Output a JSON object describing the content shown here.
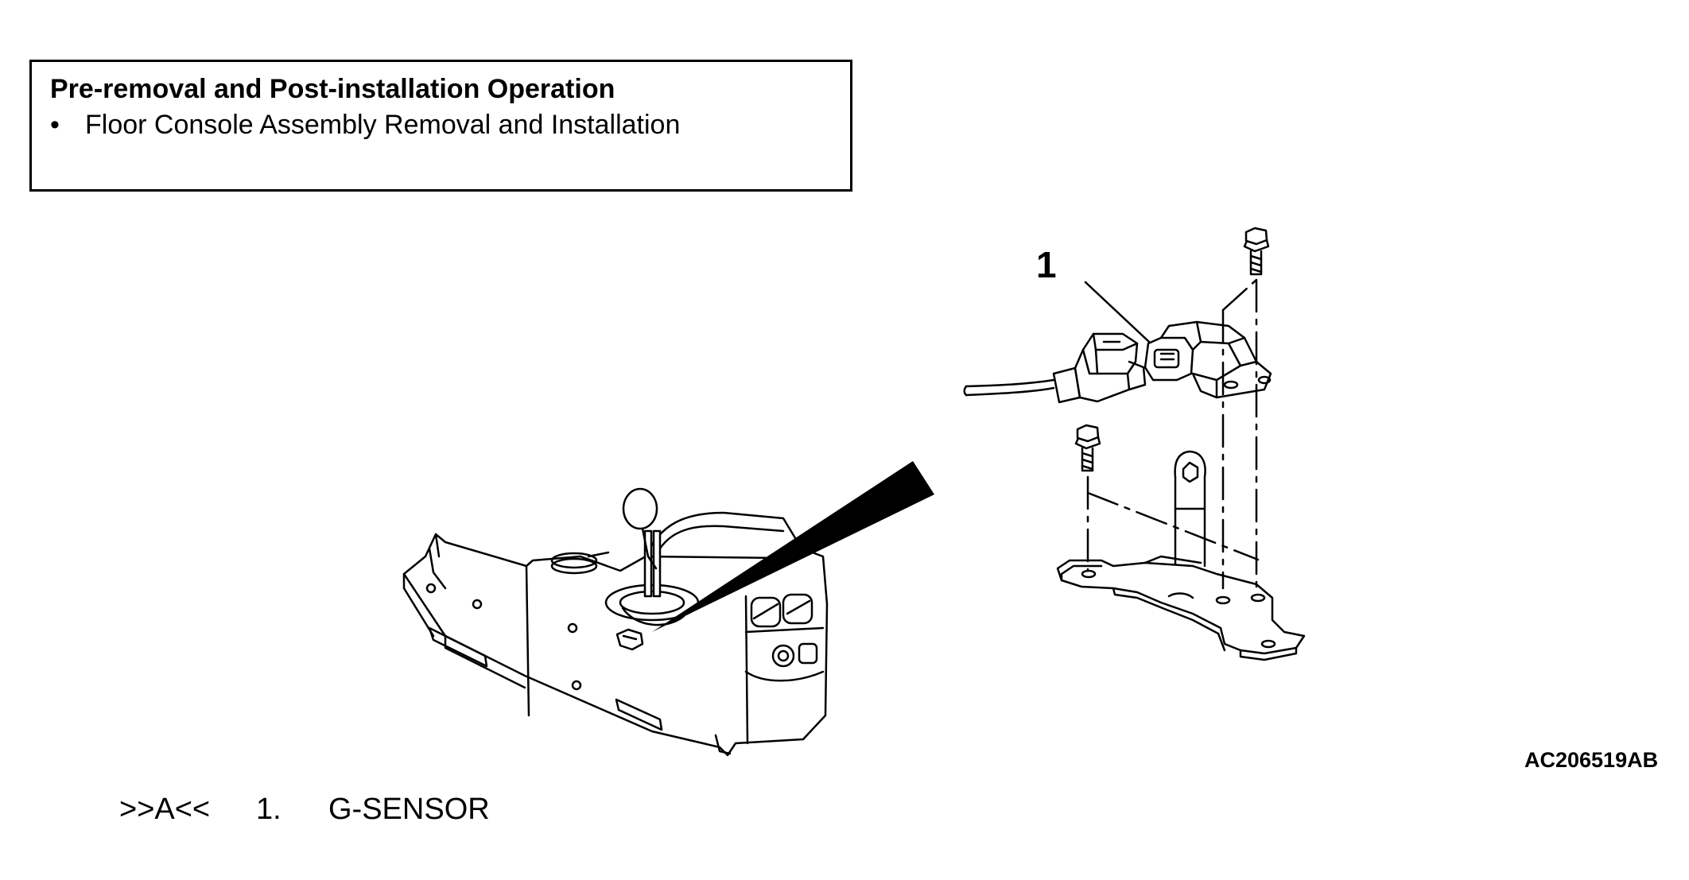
{
  "operation_box": {
    "title": "Pre-removal and Post-installation Operation",
    "items": [
      {
        "bullet": "•",
        "text": "Floor Console Assembly Removal and Installation"
      }
    ]
  },
  "illustration": {
    "callout_number": "1",
    "figure_code": "AC206519AB"
  },
  "legend": [
    {
      "ref": ">>A<<",
      "number": "1.",
      "name": "G-SENSOR"
    }
  ]
}
